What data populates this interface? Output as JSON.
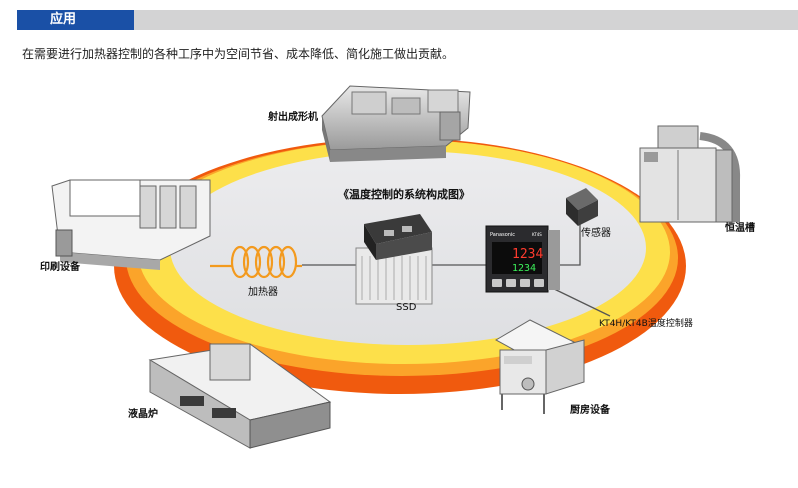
{
  "header": {
    "title": "应用"
  },
  "intro": "在需要进行加热器控制的各种工序中为空间节省、成本降低、简化施工做出贡献。",
  "diagram": {
    "title": "《温度控制的系统构成图》",
    "heater_label": "加热器",
    "ssd_label": "SSD",
    "sensor_label": "传感器",
    "controller_label": "KT4H/KT4B温度控制器",
    "controller_brand": "Panasonic",
    "controller_model": "KT4S",
    "controller_pv": "1234",
    "controller_sv": "1234"
  },
  "applications": {
    "injection": "射出成形机",
    "printing": "印刷设备",
    "oven": "恒温槽",
    "reflow": "液晶炉",
    "kitchen": "厨房设备"
  },
  "colors": {
    "header_blue": "#1a50a6",
    "header_gray": "#d3d3d4",
    "ring_orange": "#f26a10",
    "ring_yellow": "#fbd03a",
    "heater_orange": "#f39a1e"
  }
}
